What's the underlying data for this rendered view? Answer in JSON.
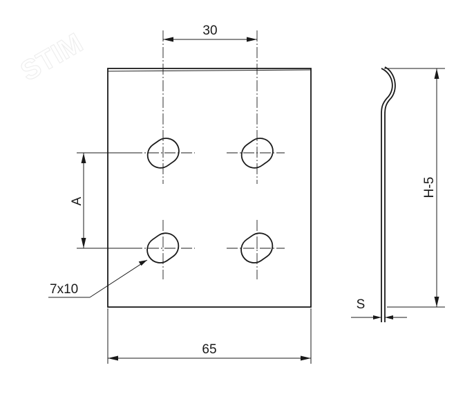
{
  "watermark": "STIM",
  "front_view": {
    "dim_hole_spacing": "30",
    "dim_vertical_spacing": "A",
    "hole_size": "7x10",
    "dim_width": "65"
  },
  "side_view": {
    "dim_height": "H-5",
    "dim_thickness": "S"
  }
}
